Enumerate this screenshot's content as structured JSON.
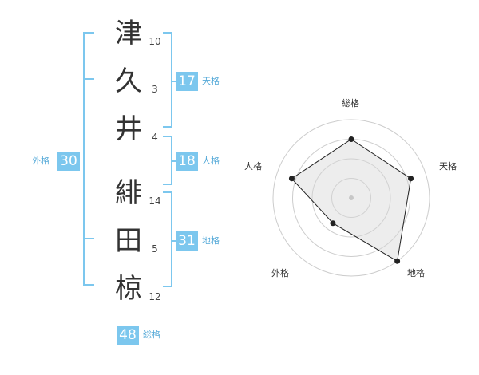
{
  "name": {
    "chars": [
      {
        "char": "津",
        "strokes": "10"
      },
      {
        "char": "久",
        "strokes": "3"
      },
      {
        "char": "井",
        "strokes": "4"
      },
      {
        "char": "緋",
        "strokes": "14"
      },
      {
        "char": "田",
        "strokes": "5"
      },
      {
        "char": "椋",
        "strokes": "12"
      }
    ]
  },
  "fortunes": {
    "tenkaku": {
      "value": "17",
      "label": "天格"
    },
    "jinkaku": {
      "value": "18",
      "label": "人格"
    },
    "chikaku": {
      "value": "31",
      "label": "地格"
    },
    "gaikaku": {
      "value": "30",
      "label": "外格"
    },
    "soukaku": {
      "value": "48",
      "label": "総格"
    }
  },
  "colors": {
    "accent": "#7cc7ee",
    "accent_text": "#54a9d8"
  },
  "chart_data": {
    "type": "radar",
    "axes": [
      "総格",
      "天格",
      "地格",
      "外格",
      "人格"
    ],
    "levels": 4,
    "values": [
      0.75,
      0.8,
      1.0,
      0.4,
      0.8
    ]
  }
}
